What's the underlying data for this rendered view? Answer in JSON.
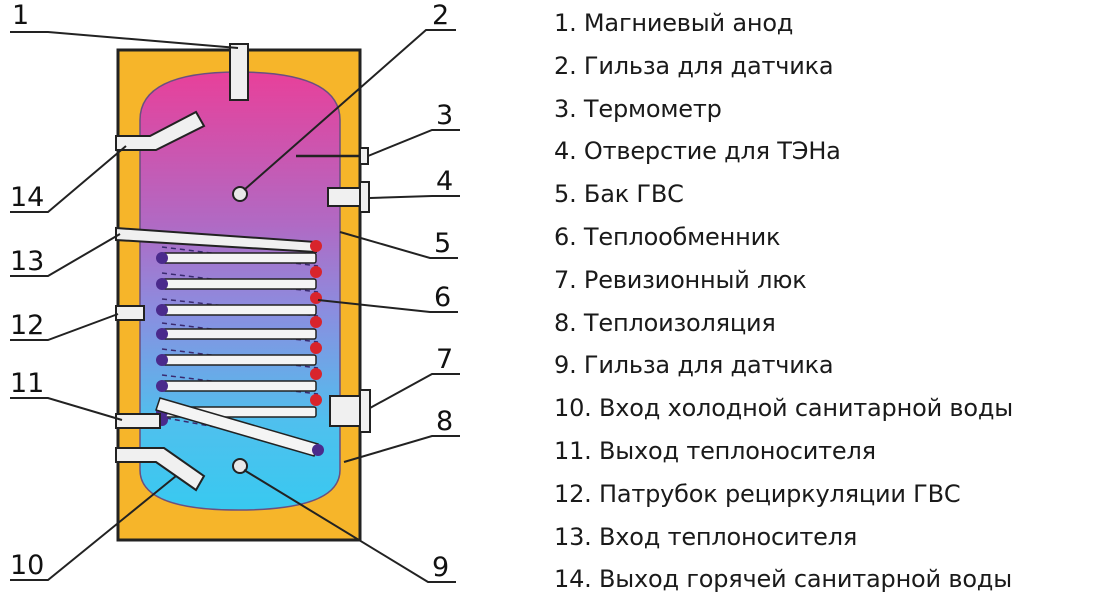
{
  "diagram": {
    "callouts": [
      "1",
      "2",
      "3",
      "4",
      "5",
      "6",
      "7",
      "8",
      "9",
      "10",
      "11",
      "12",
      "13",
      "14"
    ]
  },
  "legend": [
    "1. Магниевый анод",
    "2. Гильза для датчика",
    "3. Термометр",
    "4. Отверстие для ТЭНа",
    "5. Бак ГВС",
    "6. Теплообменник",
    "7. Ревизионный люк",
    "8. Теплоизоляция",
    "9. Гильза для датчика",
    "10. Вход холодной санитарной воды",
    "11. Выход теплоносителя",
    "12. Патрубок рециркуляции ГВС",
    "13. Вход теплоносителя",
    "14. Выход горячей санитарной воды"
  ],
  "colors": {
    "insulation": "#f6b52a",
    "tank_top": "#e8409a",
    "tank_mid": "#a07ad0",
    "tank_bottom": "#3cc8ef",
    "coil_dark_end": "#4a2a8c",
    "coil_red_end": "#d8242c"
  }
}
